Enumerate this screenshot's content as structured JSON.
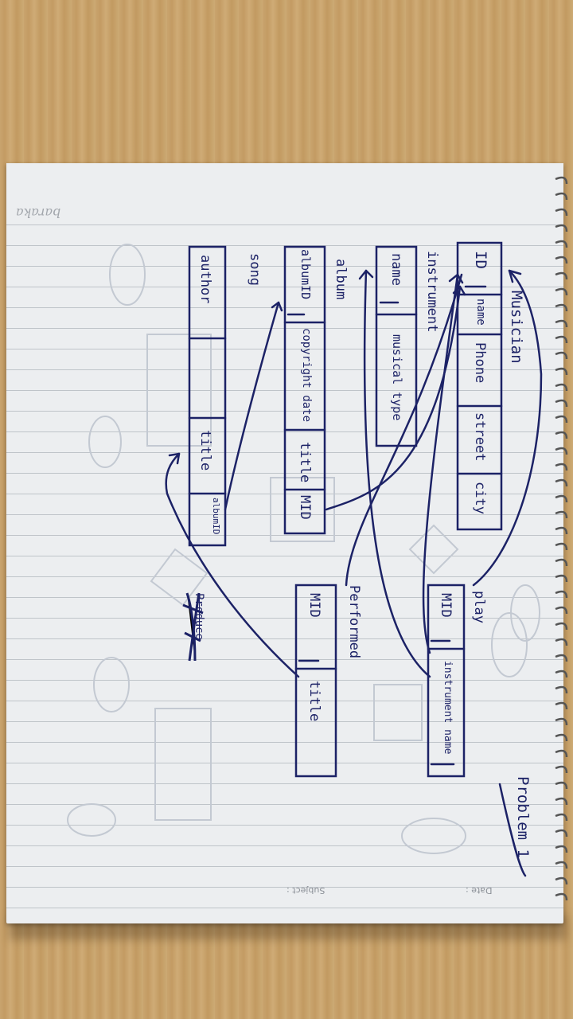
{
  "paper": {
    "brand": "baraka",
    "footer_date": "Date :",
    "footer_subject": "Subject :"
  },
  "diagram": {
    "problem_label": "Problem 1",
    "tables": {
      "musician": {
        "name": "Musician",
        "columns": [
          "ID",
          "name",
          "Phone",
          "street",
          "city"
        ]
      },
      "instrument": {
        "name": "instrument",
        "columns": [
          "name",
          "musical type"
        ]
      },
      "album": {
        "name": "album",
        "columns": [
          "albumID",
          "copyright date",
          "title",
          "MID"
        ]
      },
      "song": {
        "name": "song",
        "columns": [
          "author",
          "",
          "title",
          "albumID"
        ]
      },
      "play": {
        "name": "play",
        "columns": [
          "MID",
          "instrument name"
        ]
      },
      "performed": {
        "name": "Performed",
        "columns": [
          "MID",
          "title"
        ]
      }
    },
    "crossed_word": "Produce"
  },
  "colors": {
    "ink": "#1c2266",
    "paper": "#eceef0",
    "rule": "#bfc4c9",
    "wood": "#c9a46e"
  }
}
